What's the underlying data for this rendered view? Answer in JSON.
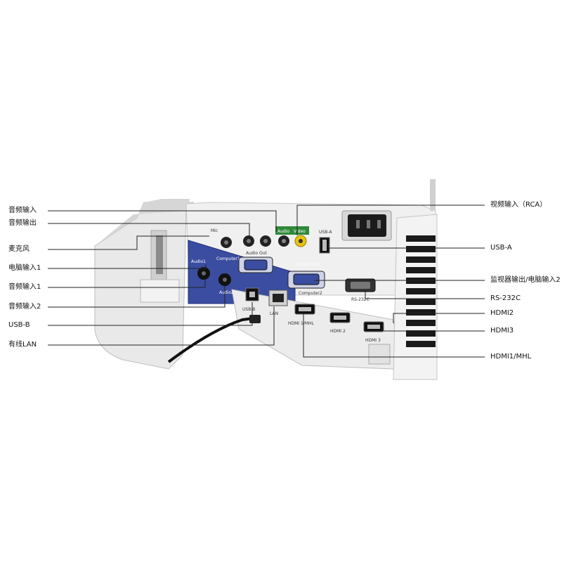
{
  "callouts_left": [
    {
      "id": "audio-in",
      "text": "音频输入"
    },
    {
      "id": "audio-out",
      "text": "音频输出"
    },
    {
      "id": "mic",
      "text": "麦克风"
    },
    {
      "id": "computer1",
      "text": "电脑输入1"
    },
    {
      "id": "audio1",
      "text": "音频输入1"
    },
    {
      "id": "audio2",
      "text": "音频输入2"
    },
    {
      "id": "usb-b",
      "text": "USB-B"
    },
    {
      "id": "lan",
      "text": "有线LAN"
    }
  ],
  "callouts_right": [
    {
      "id": "video-rca",
      "text": "视频输入（RCA）"
    },
    {
      "id": "usb-a",
      "text": "USB-A"
    },
    {
      "id": "monitor-out",
      "text": "监视器输出/电脑输入2"
    },
    {
      "id": "rs232c",
      "text": "RS-232C"
    },
    {
      "id": "hdmi2",
      "text": "HDMI2"
    },
    {
      "id": "hdmi3",
      "text": "HDMI3"
    },
    {
      "id": "hdmi1",
      "text": "HDMI1/MHL"
    }
  ],
  "device_labels": {
    "mic": "Mic",
    "audio_out": "Audio Out",
    "audio": "Audio",
    "video": "Video",
    "usb_a": "USB-A",
    "computer1": "Computer1",
    "audio1": "Audio1",
    "audio2": "Audio2",
    "monitor_out": "Monitor Out",
    "computer2": "Computer2",
    "rs232c": "RS-232C",
    "usb_b": "USB-B",
    "lan": "LAN",
    "hdmi1": "HDMI 1/MHL",
    "hdmi2": "HDMI 2",
    "hdmi3": "HDMI 3"
  },
  "colors": {
    "panel_blue": "#3a4da0",
    "port_green": "#2f8a3a",
    "port_yellow": "#e8c410",
    "leader_line": "#222222"
  }
}
